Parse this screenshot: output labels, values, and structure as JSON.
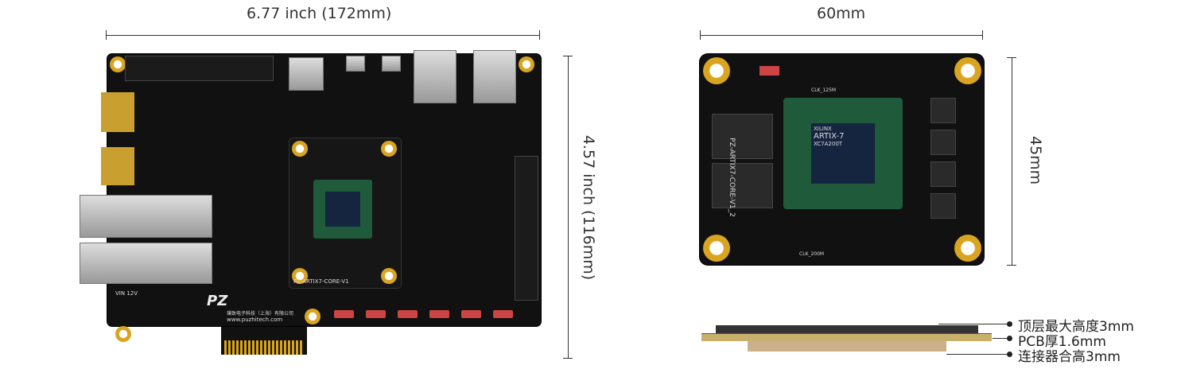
{
  "main_board": {
    "width_label": "6.77 inch (172mm)",
    "height_label": "4.57 inch (116mm)",
    "core_label": "PZ-ARTIX7-CORE-V1",
    "brand": "PZ",
    "company": "璞致电子科技（上海）有限公司",
    "website": "www.puzhitech.com",
    "power_label": "VIN 12V"
  },
  "core_board": {
    "width_label": "60mm",
    "height_label": "45mm",
    "silkscreen": "PZ-ARTIX7-CORE-V1_2",
    "fpga_brand": "XILINX",
    "fpga_family": "ARTIX-7",
    "fpga_part": "XC7A200T",
    "clock_labels": [
      "CLK_125M",
      "CLK_200M"
    ]
  },
  "side_view": {
    "labels": [
      "顶层最大高度3mm",
      "PCB厚1.6mm",
      "连接器合高3mm"
    ]
  },
  "colors": {
    "pcb": "#111111",
    "gold": "#d9a521",
    "fpga": "#1f5a3a"
  }
}
